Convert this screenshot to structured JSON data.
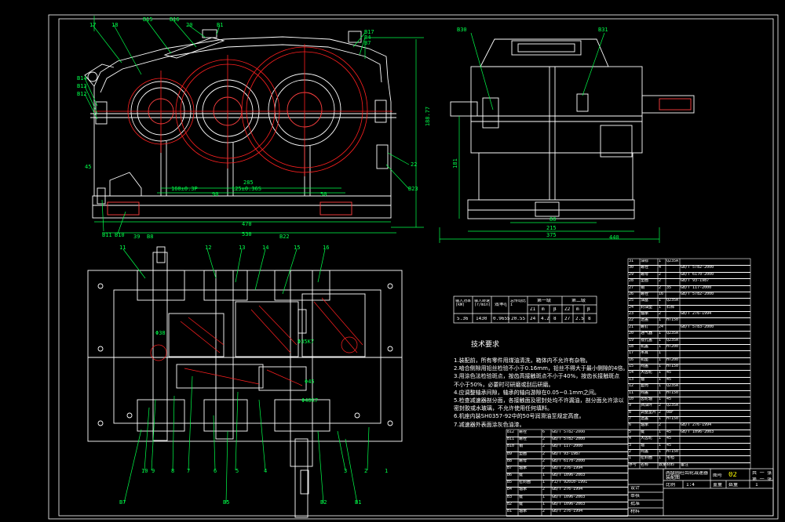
{
  "front_view": {
    "top_labels": [
      "17",
      "18",
      "B15",
      "B16",
      "20",
      "B1",
      "B17",
      "B4",
      "B7"
    ],
    "left_labels": [
      "B14",
      "B13",
      "B12"
    ],
    "right_labels": [
      "22",
      "B23"
    ],
    "bottom_left_labels": [
      "B11",
      "B10",
      "39",
      "B8",
      "B22"
    ],
    "dims": {
      "shaft_spacing_1": "160±0.3P",
      "shaft_spacing_2": "125±0.36S",
      "center_total": "285",
      "inner": "90",
      "rt": "50",
      "base": "470",
      "overall": "530",
      "height": "188.77",
      "side_height": "45"
    }
  },
  "side_view": {
    "top_labels": [
      "B30",
      "B31"
    ],
    "dims": {
      "bottom_inner": "80",
      "bottom_mid": "215",
      "bottom_outer": "375",
      "overall": "440",
      "left_height": "181"
    }
  },
  "plan_view": {
    "top_labels": [
      "11",
      "12",
      "13",
      "14",
      "15",
      "16"
    ],
    "bottom_labels": [
      "B7",
      "10",
      "9",
      "8",
      "7",
      "6",
      "B5",
      "5",
      "4",
      "3",
      "B2",
      "2",
      "B1",
      "1"
    ],
    "inner_dims": [
      "Φ38",
      "Φ35K7",
      "Φ45",
      "Φ40K7"
    ]
  },
  "spec_table": {
    "headers": [
      "输入功率(kW)",
      "输入转速(r/min)",
      "效率η",
      "总传动比i",
      "第一级",
      "第二级"
    ],
    "sub_headers": [
      "Z1",
      "m",
      "β",
      "Z2",
      "m",
      "β"
    ],
    "values": [
      "5.36",
      "1430",
      "0.9655",
      "20.55",
      "24",
      "4.2",
      "8",
      "27",
      "2.5",
      "8"
    ]
  },
  "tech_req": {
    "title": "技术要求",
    "lines": [
      "1.装配前，所有零件用煤油清洗，箱体内不允许有杂物。",
      "2.啮合侧隙用铅丝检验不小于0.16mm，铅丝不得大于最小侧隙的4倍。",
      "3.用涂色法检验斑点，按齿高接触斑点不小于40%，按齿长接触斑点",
      "  不小于50%，必要时可研磨或刮后研磨。",
      "4.应调整轴承间隙，轴承的轴向游隙在0.05~0.1mm之间。",
      "5.检查减速器剖分面，各接触面及密封处均不许漏油，剖分面允许涂以",
      "  密封胶或水玻璃，不允许使用任何填料。",
      "6.机座内装SH0357-92中的50号润滑油至规定高度。",
      "7.减速器外表面涂灰色油漆。"
    ]
  },
  "parts_list_right": {
    "rows": [
      [
        "31",
        "油标",
        "1",
        "Q235A",
        ""
      ],
      [
        "30",
        "螺栓",
        "4",
        "",
        "GB/T 5782-2000"
      ],
      [
        "29",
        "螺母",
        "2",
        "",
        "GB/T 6170-2000"
      ],
      [
        "28",
        "垫圈",
        "2",
        "",
        "GB/T 93-1987"
      ],
      [
        "27",
        "销",
        "2",
        "35",
        "GB/T 117-2000"
      ],
      [
        "26",
        "螺栓",
        "16",
        "",
        "GB/T 5782-2000"
      ],
      [
        "25",
        "油塞",
        "1",
        "Q235A",
        ""
      ],
      [
        "24",
        "封油垫",
        "1",
        "石棉",
        ""
      ],
      [
        "23",
        "轴承",
        "2",
        "",
        "GB/T 276-1994"
      ],
      [
        "22",
        "透盖",
        "1",
        "HT150",
        ""
      ],
      [
        "21",
        "螺钉",
        "24",
        "",
        "GB/T 5783-2000"
      ],
      [
        "20",
        "通气器",
        "1",
        "Q235A",
        ""
      ],
      [
        "19",
        "视孔盖",
        "1",
        "Q235A",
        ""
      ],
      [
        "18",
        "机盖",
        "1",
        "HT200",
        ""
      ],
      [
        "17",
        "吊耳",
        "1",
        "",
        ""
      ],
      [
        "16",
        "机座",
        "1",
        "HT200",
        ""
      ],
      [
        "15",
        "闷盖",
        "1",
        "HT150",
        ""
      ],
      [
        "14",
        "大齿轮",
        "1",
        "45",
        ""
      ],
      [
        "13",
        "轴",
        "1",
        "45",
        ""
      ],
      [
        "12",
        "套筒",
        "1",
        "Q235A",
        ""
      ],
      [
        "11",
        "闷盖",
        "1",
        "HT150",
        ""
      ],
      [
        "10",
        "齿轮轴",
        "1",
        "45",
        ""
      ],
      [
        "9",
        "挡油环",
        "2",
        "Q235A",
        ""
      ],
      [
        "8",
        "调整垫片",
        "2",
        "08F",
        ""
      ],
      [
        "7",
        "透盖",
        "1",
        "HT150",
        ""
      ],
      [
        "6",
        "轴承",
        "2",
        "",
        "GB/T 276-1994"
      ],
      [
        "5",
        "键",
        "1",
        "45",
        "GB/T 1096-2003"
      ],
      [
        "4",
        "大齿轮",
        "1",
        "45",
        ""
      ],
      [
        "3",
        "轴",
        "1",
        "45",
        ""
      ],
      [
        "2",
        "闷盖",
        "1",
        "HT150",
        ""
      ],
      [
        "1",
        "密封圈",
        "1",
        "毛毡",
        ""
      ]
    ],
    "header": [
      "序号",
      "名称",
      "数量",
      "材料",
      "备注"
    ]
  },
  "parts_list_left": {
    "rows": [
      [
        "B12",
        "螺栓",
        "6",
        "GB/T 5782-2000"
      ],
      [
        "B11",
        "螺栓",
        "2",
        "GB/T 5782-2000"
      ],
      [
        "B10",
        "销",
        "2",
        "GB/T 117-2000"
      ],
      [
        "B9",
        "垫圈",
        "2",
        "GB/T 93-1987"
      ],
      [
        "B8",
        "螺母",
        "2",
        "GB/T 6170-2000"
      ],
      [
        "B7",
        "轴承",
        "2",
        "GB/T 276-1994"
      ],
      [
        "B6",
        "键",
        "1",
        "GB/T 1096-2003"
      ],
      [
        "B5",
        "密封圈",
        "1",
        "FZ/T 92010-1991"
      ],
      [
        "B4",
        "轴承",
        "2",
        "GB/T 276-1994"
      ],
      [
        "B3",
        "键",
        "1",
        "GB/T 1096-2003"
      ],
      [
        "B2",
        "键",
        "1",
        "GB/T 1096-2003"
      ],
      [
        "B1",
        "轴承",
        "2",
        "GB/T 276-1994"
      ]
    ]
  },
  "title_block": {
    "drawing_name": "两级圆柱齿轮减速器装配图",
    "figure_no_label": "图号",
    "figure_no": "02",
    "scale_label": "比例",
    "scale": "1:4",
    "sheet_label": "共 一 张",
    "sheet_label2": "第 一 张",
    "weight_label": "重量",
    "qty_label": "数量",
    "qty": "1",
    "material_label": "材料",
    "roles": [
      "设计",
      "审核",
      "批准"
    ]
  }
}
